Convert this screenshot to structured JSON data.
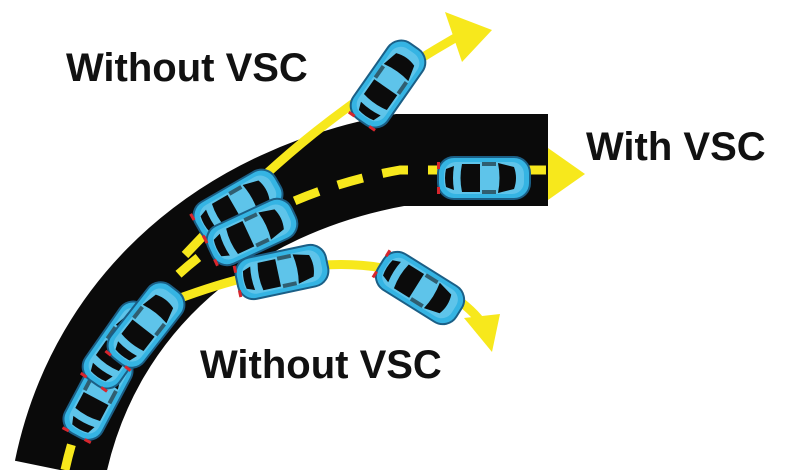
{
  "labels": {
    "without_vsc_top": "Without VSC",
    "with_vsc": "With VSC",
    "without_vsc_bottom": "Without VSC"
  },
  "colors": {
    "road": "#0a0a0a",
    "path_arrow": "#f7e81c",
    "car_body": "#35b4e3",
    "car_glass": "#0b0b0b",
    "car_outline": "#1b5f86",
    "tail_light": "#d8262d",
    "text": "#111111"
  },
  "scene": {
    "road_icon": "curved-road-icon",
    "car_icon": "car-top-view-icon",
    "arrow_icon": "yellow-arrow-icon"
  }
}
